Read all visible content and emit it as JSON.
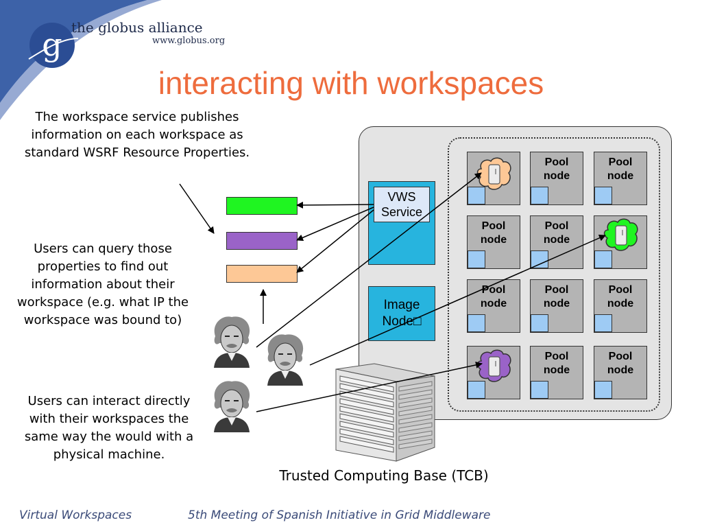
{
  "header": {
    "logo_text": "the globus alliance",
    "logo_url": "www.globus.org",
    "logo_glyph": "g",
    "title": "interacting with workspaces"
  },
  "notes": {
    "publish": "The workspace service publishes information on each workspace as standard WSRF Resource Properties.",
    "query": "Users can query those properties to find out information about their workspace (e.g. what IP the workspace was bound to)",
    "interact": "Users can interact directly with their workspaces the same way the would with a physical machine."
  },
  "diagram": {
    "vws_service": "VWS Service",
    "image_node": "Image Node□",
    "pool_label": "Pool node",
    "tcb_label": "Trusted Computing Base (TCB)",
    "colors": {
      "title": "#ee6c3d",
      "service_box": "#27b4de",
      "pool_node": "#b4b4b4",
      "property_green": "#1ff521",
      "property_purple": "#9a63c8",
      "property_peach": "#fdc896",
      "workspace_peach": "#fdc896",
      "workspace_green": "#1ff521",
      "workspace_purple": "#9a63c8"
    },
    "icons": [
      "user-portrait-icon",
      "server-rack-icon",
      "workspace-vm-icon"
    ]
  },
  "footer": {
    "left": "Virtual Workspaces",
    "right": "5th Meeting of Spanish Initiative in Grid Middleware"
  }
}
